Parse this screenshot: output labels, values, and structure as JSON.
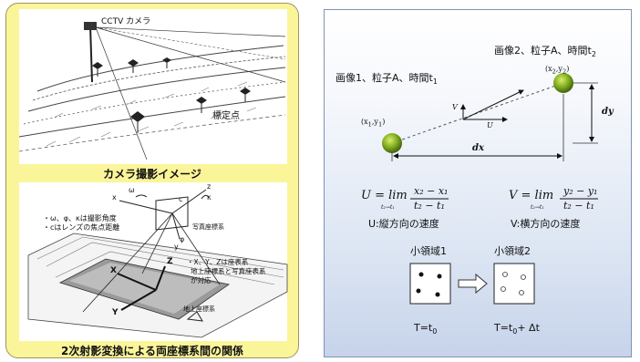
{
  "left": {
    "camera_label": "CCTV カメラ",
    "marker_label": "標定点",
    "caption_top": "カメラ撮影イメージ",
    "omega_label": "ω",
    "phi_label": "φ",
    "kappa_label": "κ",
    "note_angles": "・ω、φ、κは撮影角度",
    "note_focal": "・cはレンズの焦点距離",
    "photo_axis_label": "写真座標系",
    "ground_note_1": "・X、Y、Zは座表系",
    "ground_note_2": "地上座標系と写真座表系",
    "ground_note_3": "が対応",
    "ground_axis_label": "地上座標系",
    "axis_x_small": "x",
    "axis_y_small": "y",
    "axis_z_small": "z",
    "axis_c": "c",
    "axis_X": "X",
    "axis_Y": "Y",
    "axis_Z": "Z",
    "caption_bottom": "2次射影変換による両座標系間の関係"
  },
  "right": {
    "image1_label": "画像1、粒子A、時間t",
    "image1_sub": "1",
    "image2_label": "画像2、粒子A、時間t",
    "image2_sub": "2",
    "p1_label": "(x",
    "p1_s1": "1",
    "p1_mid": ",y",
    "p1_s2": "1",
    "p1_end": ")",
    "p2_label": "(x",
    "p2_s1": "2",
    "p2_mid": ",y",
    "p2_s2": "2",
    "p2_end": ")",
    "dx": "dx",
    "dy": "dy",
    "vec_v": "V",
    "vec_u": "U",
    "u_formula": "U = lim",
    "u_limit": "t₂→t₁",
    "u_num": "x₂ − x₁",
    "u_den": "t₂ − t₁",
    "u_desc": "U:縦方向の速度",
    "v_formula": "V = lim",
    "v_limit": "t₂→t₁",
    "v_num": "y₂ − y₁",
    "v_den": "t₂ − t₁",
    "v_desc": "V:横方向の速度",
    "region1": "小領域1",
    "region2": "小領域2",
    "t0_label": "T=t",
    "t0_sub": "0",
    "t1_label": "T=t",
    "t1_sub": "0",
    "t1_suffix": "+ Δt"
  },
  "colors": {
    "left_bg": "#fbf59a",
    "particle": "#6f9a1a",
    "panel_border": "#7f93b6"
  }
}
